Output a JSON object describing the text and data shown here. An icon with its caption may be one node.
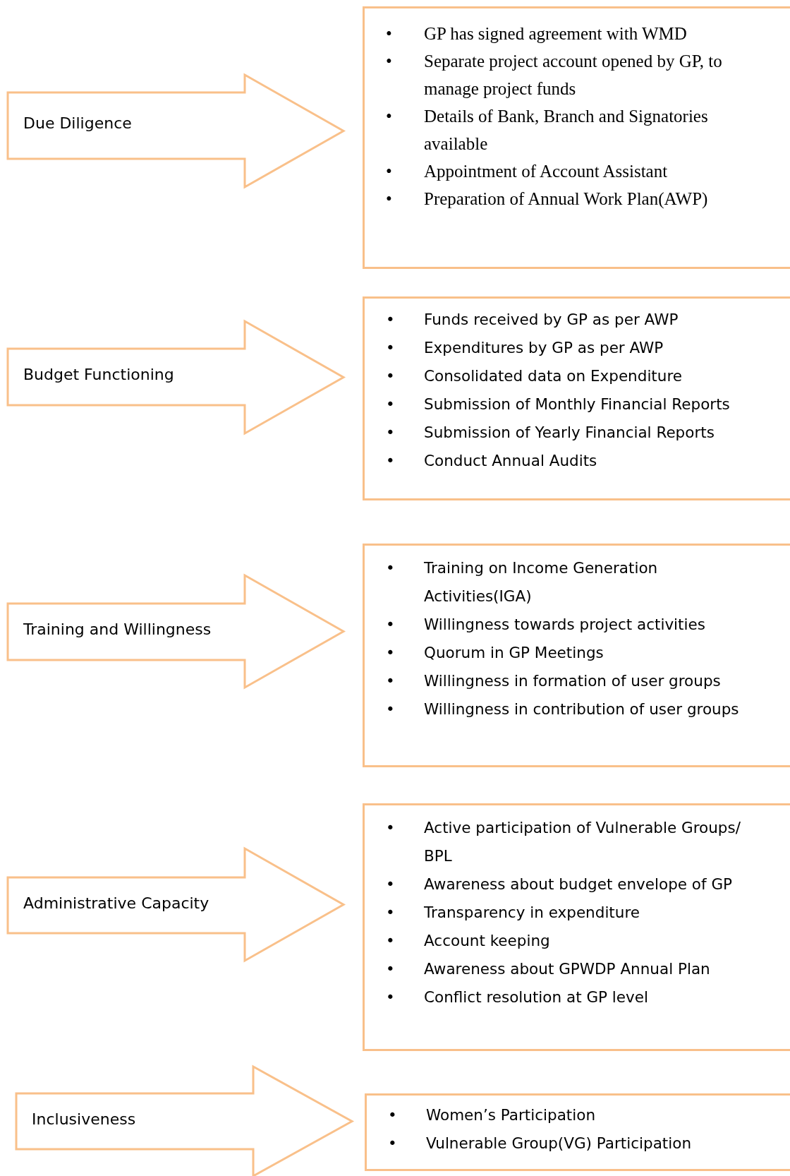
{
  "diagram": {
    "nodes": [
      {
        "text": [
          "Due Diligence"
        ]
      },
      {
        "text": [
          "GP has signed agreement with WMD",
          "Separate project account opened by GP, to manage project funds",
          "Details of Bank, Branch and Signatories available",
          "Appointment of Account Assistant",
          "Preparation of Annual Work Plan(AWP)"
        ]
      },
      {
        "text": [
          "Budget Functioning"
        ]
      },
      {
        "text": [
          "Funds received by GP as per AWP",
          "Expenditures by GP as per AWP",
          "Consolidated data on Expenditure",
          "Submission of Monthly Financial Reports",
          "Submission of Yearly Financial Reports",
          "Conduct Annual Audits"
        ]
      },
      {
        "text": [
          "Training and Willingness"
        ]
      },
      {
        "text": [
          "Training on Income Generation Activities(IGA)",
          "Willingness towards project activities",
          "Quorum in GP Meetings",
          "Willingness in formation of user groups",
          "Willingness in contribution of user groups"
        ]
      },
      {
        "text": [
          "Administrative Capacity"
        ]
      },
      {
        "text": [
          "Active participation of Vulnerable Groups/ BPL",
          "Awareness about budget envelope of GP",
          "Transparency in expenditure",
          "Account keeping",
          "Awareness about GPWDP Annual Plan",
          "Conflict resolution at GP level"
        ]
      },
      {
        "text": [
          "Inclusiveness"
        ]
      },
      {
        "text": [
          "Women’s Participation",
          "Vulnerable Group(VG) Participation"
        ]
      }
    ],
    "labels": [
      "•",
      "•",
      "•",
      "•",
      "•",
      "•",
      "•",
      "•",
      "•",
      "•",
      "•",
      "•",
      "•",
      "•",
      "•",
      "•",
      "•",
      "•",
      "•",
      "•",
      "•",
      "•",
      "•",
      "•"
    ]
  }
}
